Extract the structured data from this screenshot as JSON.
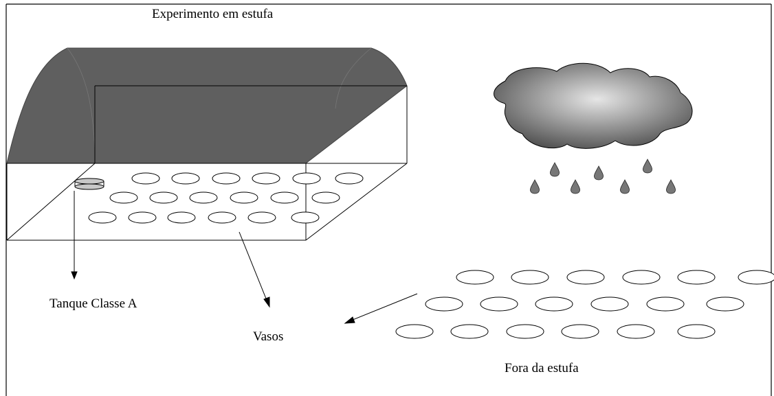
{
  "title": "Experimento em estufa",
  "labels": {
    "tank": "Tanque Classe A",
    "pots": "Vasos",
    "outside": "Fora da estufa"
  },
  "colors": {
    "roof": "#5f5f5f",
    "cloud_center": "#e6e6e6",
    "cloud_edge": "#4a4a4a",
    "drop": "#777777",
    "line": "#000000"
  }
}
